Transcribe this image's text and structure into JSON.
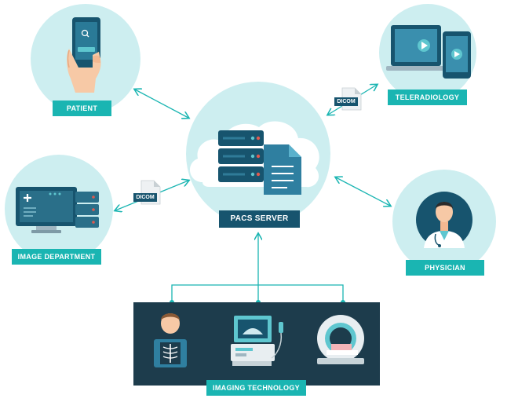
{
  "nodes": {
    "patient": "PATIENT",
    "teleradiology": "TELERADIOLOGY",
    "pacs_server": "PACS SERVER",
    "image_department": "IMAGE DEPARTMENT",
    "physician": "PHYSICIAN",
    "imaging_technology": "IMAGING TECHNOLOGY"
  },
  "badges": {
    "dicom_top": "DICOM",
    "dicom_left": "DICOM"
  },
  "colors": {
    "teal": "#1ab5b2",
    "navy": "#17546e",
    "circle": "#cdeef0",
    "panel": "#1d3c4c"
  }
}
